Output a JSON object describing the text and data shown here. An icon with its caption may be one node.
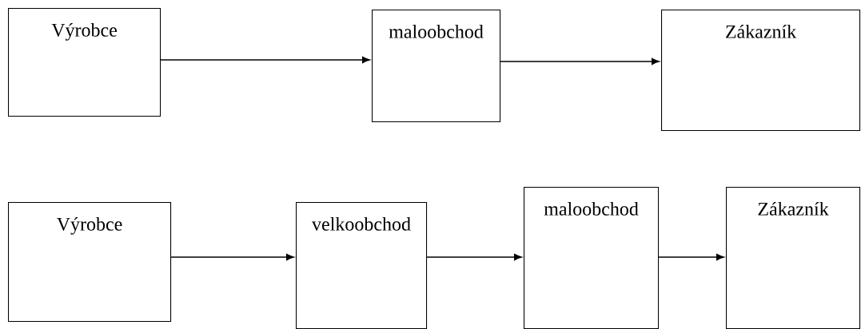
{
  "diagram": {
    "nodes": [
      {
        "text": [
          "Výrobce"
        ]
      },
      {
        "text": [
          "maloobchod"
        ]
      },
      {
        "text": [
          "Zákazník"
        ]
      },
      {
        "text": [
          "Výrobce"
        ]
      },
      {
        "text": [
          "velkoobchod"
        ]
      },
      {
        "text": [
          "maloobchod"
        ]
      },
      {
        "text": [
          "Zákazník"
        ]
      }
    ],
    "edges": [
      {
        "from": 0,
        "to": 1,
        "arrow": "to"
      },
      {
        "from": 1,
        "to": 2,
        "arrow": "to"
      },
      {
        "from": 3,
        "to": 4,
        "arrow": "to"
      },
      {
        "from": 4,
        "to": 5,
        "arrow": "to"
      },
      {
        "from": 5,
        "to": 6,
        "arrow": "to"
      }
    ]
  }
}
